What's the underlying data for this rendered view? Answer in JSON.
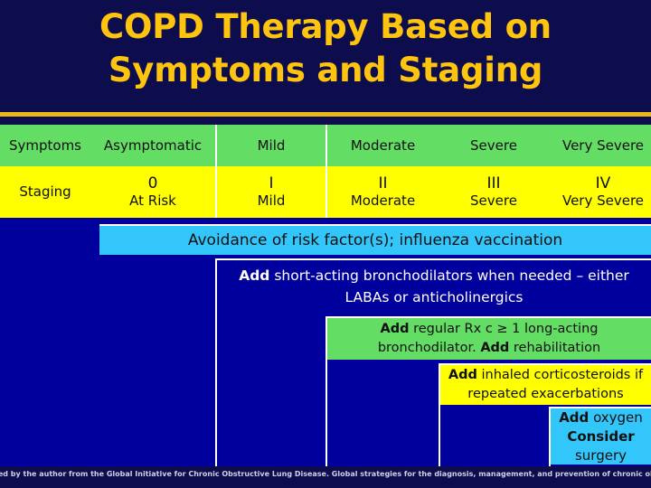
{
  "slide": {
    "background_color": "#0d0d4d",
    "title_color": "#ffc40d",
    "rule_color": "#e8b917",
    "table_body_color": "#00009d",
    "title": {
      "line1": "COPD Therapy Based on",
      "line2": "Symptoms and Staging"
    }
  },
  "table": {
    "header": {
      "row_label": "Symptoms",
      "columns": [
        "Asymptomatic",
        "Mild",
        "Moderate",
        "Severe",
        "Very Severe"
      ],
      "background_color": "#63dd63"
    },
    "staging": {
      "row_label": "Staging",
      "background_color": "#ffff00",
      "cells": [
        {
          "stage": "0",
          "name": "At Risk"
        },
        {
          "stage": "I",
          "name": "Mild"
        },
        {
          "stage": "II",
          "name": "Moderate"
        },
        {
          "stage": "III",
          "name": "Severe"
        },
        {
          "stage": "IV",
          "name": "Very Severe"
        }
      ]
    }
  },
  "bands": {
    "avoidance": {
      "text": "Avoidance of risk factor(s); influenza vaccination",
      "background_color": "#33c6fa",
      "text_color": "#101010"
    },
    "bronchodilator": {
      "line1_bold": "Add",
      "line1_rest": " short-acting bronchodilators when needed – either",
      "line2": "LABAs or anticholinergics",
      "background_color": "#00009d",
      "text_color": "#ffffff"
    },
    "longacting": {
      "line1_bold": "Add",
      "line1_rest": " regular Rx c ≥ 1 long-acting",
      "line2_pre": "bronchodilator. ",
      "line2_bold": "Add",
      "line2_post": " rehabilitation",
      "background_color": "#63dd63",
      "text_color": "#101010"
    },
    "corticosteroids": {
      "line1_bold": "Add",
      "line1_rest": " inhaled corticosteroids if",
      "line2": "repeated exacerbations",
      "background_color": "#ffff00",
      "text_color": "#101010"
    },
    "oxygen": {
      "line1_bold": "Add",
      "line1_rest": " oxygen",
      "line2_bold": "Consider",
      "line3": "surgery",
      "background_color": "#33c6fa",
      "text_color": "#101010"
    }
  },
  "footer": {
    "citation": "ted by the author from the Global Initiative for Chronic Obstructive Lung Disease. Global strategies for the diagnosis, management, and prevention of chronic obstructive pulmonary disease."
  }
}
